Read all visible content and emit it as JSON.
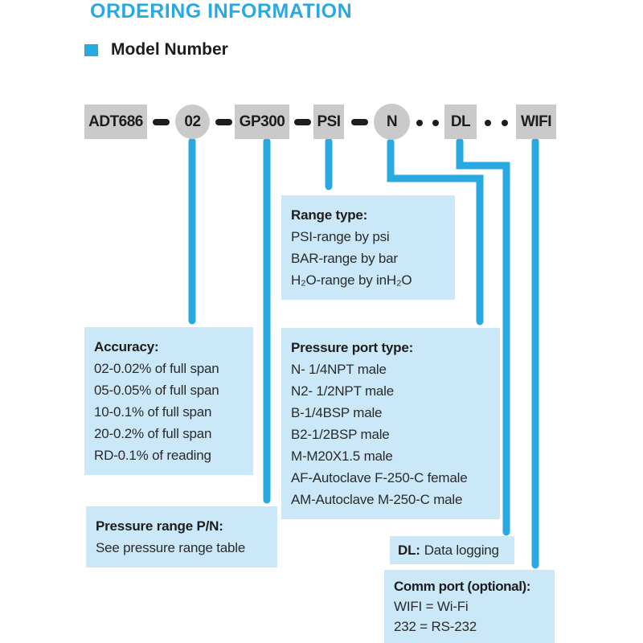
{
  "page": {
    "title": "ORDERING INFORMATION",
    "section_title": "Model Number"
  },
  "colors": {
    "accent_cyan": "#29a9e1",
    "code_box_gray": "#cacaca",
    "callout_blue": "#cbe8f8",
    "text_dark": "#1d1d1d"
  },
  "model_row": {
    "segments": [
      {
        "label": "ADT686",
        "shape": "rect"
      },
      {
        "label": "02",
        "shape": "circle"
      },
      {
        "label": "GP300",
        "shape": "rect"
      },
      {
        "label": "PSI",
        "shape": "rect"
      },
      {
        "label": "N",
        "shape": "circle"
      },
      {
        "label": "DL",
        "shape": "rect"
      },
      {
        "label": "WIFI",
        "shape": "rect"
      }
    ]
  },
  "callouts": {
    "range_type": {
      "title": "Range type:",
      "lines": [
        "PSI-range by psi",
        "BAR-range by bar",
        "H₂O-range by inH₂O"
      ]
    },
    "accuracy": {
      "title": "Accuracy:",
      "lines": [
        "02-0.02% of full span",
        "05-0.05% of full span",
        "10-0.1% of full span",
        "20-0.2% of full span",
        "RD-0.1% of reading"
      ]
    },
    "pressure_port": {
      "title": "Pressure port type:",
      "lines": [
        "N- 1/4NPT male",
        "N2- 1/2NPT male",
        "B-1/4BSP male",
        "B2-1/2BSP male",
        "M-M20X1.5 male",
        "AF-Autoclave F-250-C female",
        "AM-Autoclave M-250-C male"
      ]
    },
    "pressure_range": {
      "title": "Pressure range P/N:",
      "lines": [
        "See pressure range table"
      ]
    },
    "data_logging": {
      "label_bold": "DL:",
      "label_text": "Data logging"
    },
    "comm_port": {
      "title": "Comm port (optional):",
      "lines": [
        "WIFI = Wi-Fi",
        "232 = RS-232"
      ]
    }
  }
}
